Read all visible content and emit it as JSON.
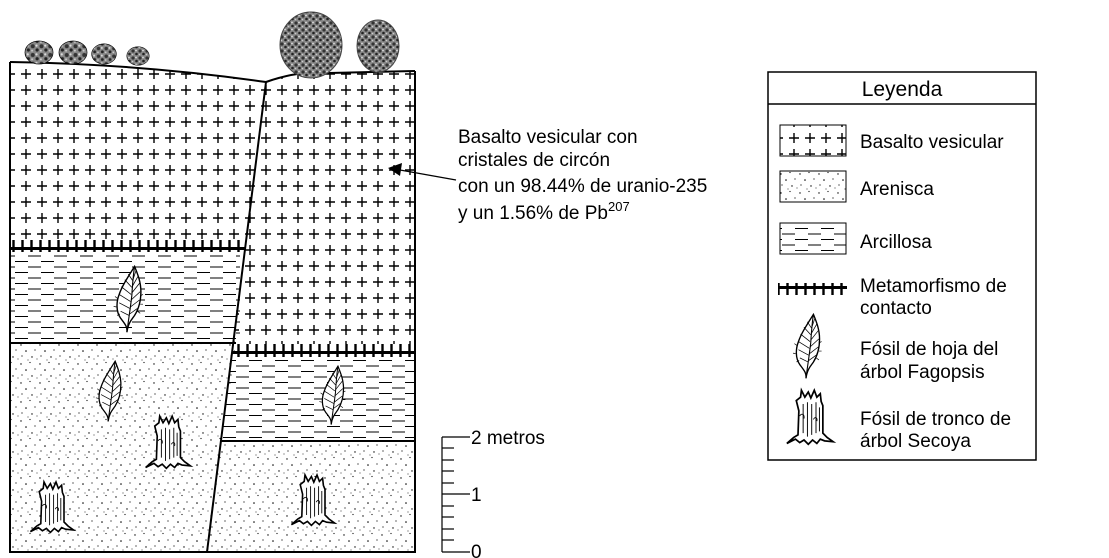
{
  "annotation": {
    "line1": "Basalto vesicular con",
    "line2": "cristales de circón",
    "line3": "con un 98.44% de uranio-235",
    "line4_prefix": "y un 1.56% de Pb",
    "line4_sup": "207"
  },
  "scale": {
    "label_top": "2 metros",
    "label_mid": "1",
    "label_bottom": "0"
  },
  "legend": {
    "title": "Leyenda",
    "items": [
      {
        "icon": "basalt-pattern-icon",
        "label": "Basalto vesicular"
      },
      {
        "icon": "sandstone-pattern-icon",
        "label": "Arenisca"
      },
      {
        "icon": "clay-pattern-icon",
        "label": "Arcillosa"
      },
      {
        "icon": "contact-metamorphism-icon",
        "label_line1": "Metamorfismo de",
        "label_line2": "contacto"
      },
      {
        "icon": "leaf-fossil-icon",
        "label_line1": "Fósil de hoja del",
        "label_line2": "árbol Fagopsis"
      },
      {
        "icon": "tree-stump-fossil-icon",
        "label_line1": "Fósil de tronco de",
        "label_line2": "árbol Secoya"
      }
    ]
  },
  "colors": {
    "ink": "#000000",
    "paper": "#ffffff",
    "shrub": "#555555"
  }
}
